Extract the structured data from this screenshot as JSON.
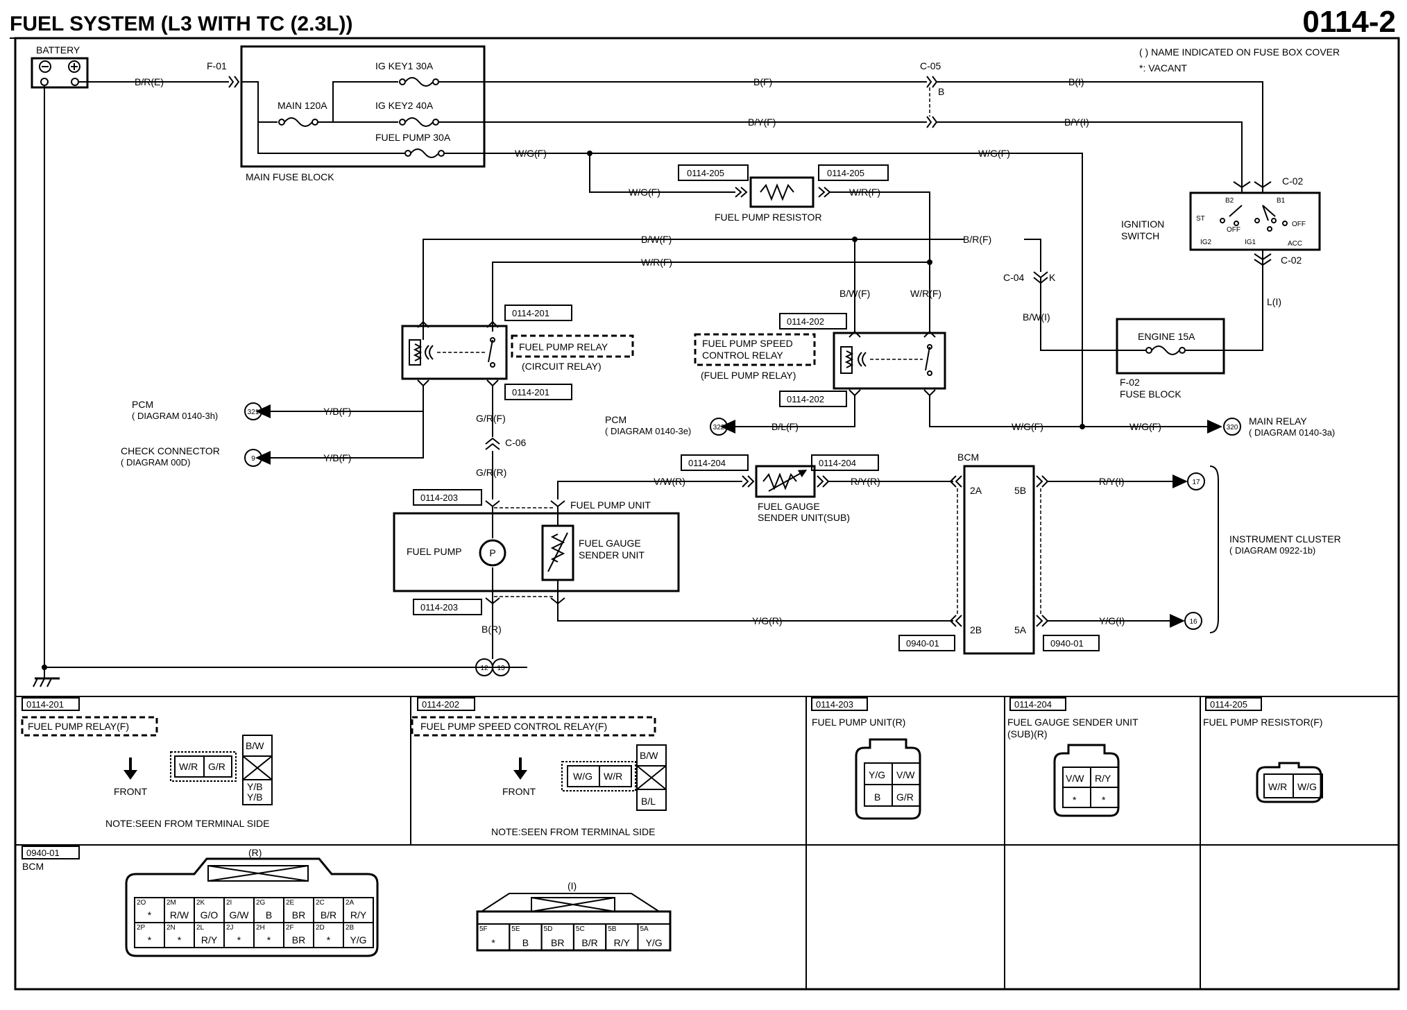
{
  "header": {
    "title": "FUEL SYSTEM (L3 WITH TC (2.3L))",
    "page_id": "0114-2",
    "note_names": "( ) NAME INDICATED ON FUSE BOX COVER",
    "note_vacant": "*: VACANT"
  },
  "components": {
    "battery": "BATTERY",
    "main_fuse_block": "MAIN FUSE BLOCK",
    "main_fuse": "MAIN 120A",
    "ig_key1": "IG KEY1 30A",
    "ig_key2": "IG KEY2 40A",
    "fuel_pump_fuse": "FUEL PUMP 30A",
    "fuel_pump_resistor": "FUEL PUMP RESISTOR",
    "ignition_switch_l1": "IGNITION",
    "ignition_switch_l2": "SWITCH",
    "engine_fuse": "ENGINE 15A",
    "f02": "F-02",
    "fuse_block": "FUSE BLOCK",
    "fuel_pump_relay": "FUEL PUMP RELAY",
    "circuit_relay": "(CIRCUIT RELAY)",
    "speed_relay_l1": "FUEL PUMP SPEED",
    "speed_relay_l2": "CONTROL RELAY",
    "speed_relay_alt": "(FUEL PUMP RELAY)",
    "fuel_pump_unit": "FUEL PUMP UNIT",
    "fuel_pump": "FUEL PUMP",
    "pump_symbol": "P",
    "fuel_gauge_sender_l1": "FUEL GAUGE",
    "fuel_gauge_sender_l2": "SENDER UNIT",
    "sender_sub_l1": "FUEL GAUGE",
    "sender_sub_l2": "SENDER UNIT(SUB)",
    "bcm": "BCM",
    "instrument_cluster": "INSTRUMENT CLUSTER",
    "instrument_cluster_diag": "( DIAGRAM 0922-1b)",
    "pcm": "PCM",
    "pcm_diag_h": "( DIAGRAM 0140-3h)",
    "pcm_diag_e": "( DIAGRAM 0140-3e)",
    "check_connector": "CHECK CONNECTOR",
    "check_connector_diag": "( DIAGRAM 00D)",
    "main_relay": "MAIN RELAY",
    "main_relay_diag": "( DIAGRAM 0140-3a)"
  },
  "connectors": {
    "f01": "F-01",
    "c05": "C-05",
    "c05_pin": "B",
    "c02": "C-02",
    "c04": "C-04",
    "c04_pin": "K",
    "c06": "C-06",
    "r201": "0114-201",
    "r202": "0114-202",
    "r203": "0114-203",
    "r204": "0114-204",
    "r205": "0114-205",
    "r0940": "0940-01"
  },
  "wires": {
    "bre": "B/R(E)",
    "bf": "B(F)",
    "bi": "B(I)",
    "byf": "B/Y(F)",
    "byi": "B/Y(I)",
    "wgf": "W/G(F)",
    "wrf": "W/R(F)",
    "bwf": "B/W(F)",
    "brf": "B/R(F)",
    "bwi": "B/W(I)",
    "li": "L(I)",
    "ybf": "Y/B(F)",
    "grf": "G/R(F)",
    "grr": "G/R(R)",
    "blf": "B/L(F)",
    "vwr": "V/W(R)",
    "ryr": "R/Y(R)",
    "ryi": "R/Y(I)",
    "ygr": "Y/G(R)",
    "ygi": "Y/G(I)",
    "br": "B(R)"
  },
  "ignition_terminals": {
    "b2": "B2",
    "b1": "B1",
    "st": "ST",
    "off1": "OFF",
    "off2": "OFF",
    "ig2": "IG2",
    "ig1": "IG1",
    "acc": "ACC"
  },
  "bcm_pins": {
    "p2a": "2A",
    "p5b": "5B",
    "p2b": "2B",
    "p5a": "5A"
  },
  "refs": {
    "r321": "321",
    "r9": "9",
    "r322": "322",
    "r320": "320",
    "r17": "17",
    "r16": "16",
    "r12": "12",
    "r13": "13"
  },
  "views": {
    "v201": {
      "id": "0114-201",
      "title": "FUEL PUMP RELAY(F)",
      "pins": [
        "W/R",
        "G/R",
        "B/W",
        "Y/B",
        "Y/B"
      ],
      "front": "FRONT",
      "note": "NOTE:SEEN FROM TERMINAL SIDE"
    },
    "v202": {
      "id": "0114-202",
      "title": "FUEL PUMP SPEED CONTROL RELAY(F)",
      "pins": [
        "W/G",
        "W/R",
        "B/W",
        "B/L"
      ],
      "front": "FRONT",
      "note": "NOTE:SEEN FROM TERMINAL SIDE"
    },
    "v203": {
      "id": "0114-203",
      "title": "FUEL PUMP UNIT(R)",
      "pins": [
        "Y/G",
        "V/W",
        "B",
        "G/R"
      ]
    },
    "v204": {
      "id": "0114-204",
      "title_l1": "FUEL GAUGE SENDER UNIT",
      "title_l2": "(SUB)(R)",
      "pins": [
        "V/W",
        "R/Y",
        "*",
        "*"
      ]
    },
    "v205": {
      "id": "0114-205",
      "title": "FUEL PUMP RESISTOR(F)",
      "pins": [
        "W/R",
        "W/G"
      ]
    },
    "v0940": {
      "id": "0940-01",
      "title": "BCM",
      "conn_r": "(R)",
      "conn_i": "(I)",
      "r_top_ids": [
        "2O",
        "2M",
        "2K",
        "2I",
        "2G",
        "2E",
        "2C",
        "2A"
      ],
      "r_top": [
        "*",
        "R/W",
        "G/O",
        "G/W",
        "B",
        "BR",
        "B/R",
        "R/Y"
      ],
      "r_bot_ids": [
        "2P",
        "2N",
        "2L",
        "2J",
        "2H",
        "2F",
        "2D",
        "2B"
      ],
      "r_bot": [
        "*",
        "*",
        "R/Y",
        "*",
        "*",
        "BR",
        "*",
        "Y/G"
      ],
      "i_ids": [
        "5F",
        "5E",
        "5D",
        "5C",
        "5B",
        "5A"
      ],
      "i_cells": [
        "*",
        "B",
        "BR",
        "B/R",
        "R/Y",
        "Y/G"
      ]
    }
  }
}
